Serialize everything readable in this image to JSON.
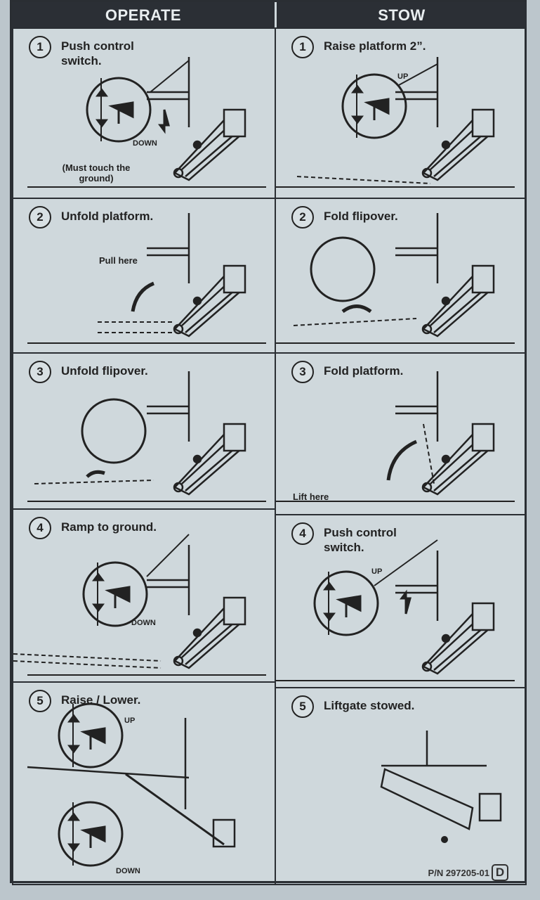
{
  "headers": {
    "operate": "OPERATE",
    "stow": "STOW"
  },
  "operate": [
    {
      "num": "1",
      "title": "Push control switch.",
      "labels": {
        "down": "DOWN",
        "note": "(Must touch the ground)"
      }
    },
    {
      "num": "2",
      "title": "Unfold platform.",
      "labels": {
        "pull": "Pull here"
      }
    },
    {
      "num": "3",
      "title": "Unfold flipover."
    },
    {
      "num": "4",
      "title": "Ramp to ground.",
      "labels": {
        "down": "DOWN"
      }
    },
    {
      "num": "5",
      "title": "Raise / Lower.",
      "labels": {
        "up": "UP",
        "down": "DOWN"
      }
    }
  ],
  "stow": [
    {
      "num": "1",
      "title": "Raise platform 2”.",
      "labels": {
        "up": "UP"
      }
    },
    {
      "num": "2",
      "title": "Fold flipover."
    },
    {
      "num": "3",
      "title": "Fold platform.",
      "labels": {
        "lift": "Lift here"
      }
    },
    {
      "num": "4",
      "title": "Push control switch.",
      "labels": {
        "up": "UP"
      }
    },
    {
      "num": "5",
      "title": "Liftgate stowed."
    }
  ],
  "part_number": "P/N 297205-01",
  "revision": "D"
}
